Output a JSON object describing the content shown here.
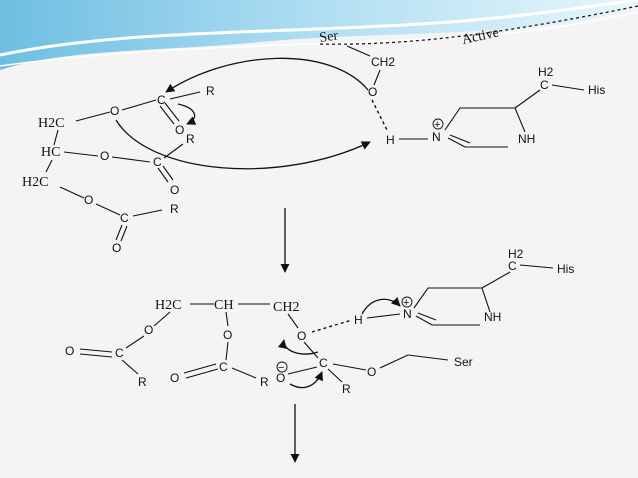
{
  "slide_banner": {
    "ser_label": "Ser",
    "active_label": "Active"
  },
  "colors": {
    "background": "#f4f4f4",
    "banner_blue": "#7fc8e8",
    "ink": "#111111"
  },
  "step1": {
    "ser_ch2": "CH2",
    "ser_o": "O",
    "h2c_top": "H2C",
    "hc_mid": "HC",
    "h2c_bot": "H2C",
    "o_ester1": "O",
    "c_ester1": "C",
    "r_ester1": "R",
    "o_carbonyl1": "O",
    "o_ester2": "O",
    "c_ester2": "C",
    "r_ester2": "R",
    "o_carbonyl2": "O",
    "o_ester3": "O",
    "c_ester3": "C",
    "r_ester3": "R",
    "o_carbonyl3": "O",
    "his_h2": "H2",
    "his_c": "C",
    "his_label": "His",
    "his_n": "N",
    "his_h": "H",
    "his_nh": "NH",
    "plus": "+"
  },
  "step2": {
    "h2c": "H2C",
    "ch": "CH",
    "ch2": "CH2",
    "o_left": "O",
    "c_left": "C",
    "o_left_carbonyl": "O",
    "r_left": "R",
    "o_mid": "O",
    "c_mid": "C",
    "o_mid_carbonyl": "O",
    "r_mid": "R",
    "o_right": "O",
    "c_tetra": "C",
    "o_minus": "O",
    "minus": "−",
    "r_tetra": "R",
    "o_ser": "O",
    "ser_label": "Ser",
    "his_h2": "H2",
    "his_c": "C",
    "his_label": "His",
    "his_n": "N",
    "his_h": "H",
    "his_nh": "NH",
    "plus": "+"
  }
}
